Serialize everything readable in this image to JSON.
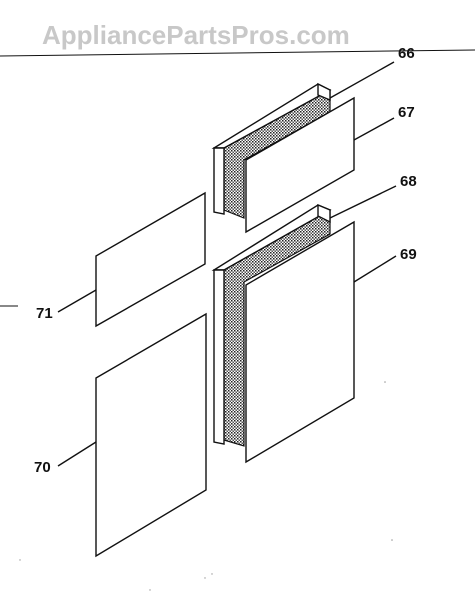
{
  "watermark": "AppliancePartsPros.com",
  "callouts": {
    "p66": "66",
    "p67": "67",
    "p68": "68",
    "p69": "69",
    "p70": "70",
    "p71": "71"
  },
  "colors": {
    "ink": "#111111",
    "watermark": "#c8c8c8",
    "background": "#ffffff"
  }
}
